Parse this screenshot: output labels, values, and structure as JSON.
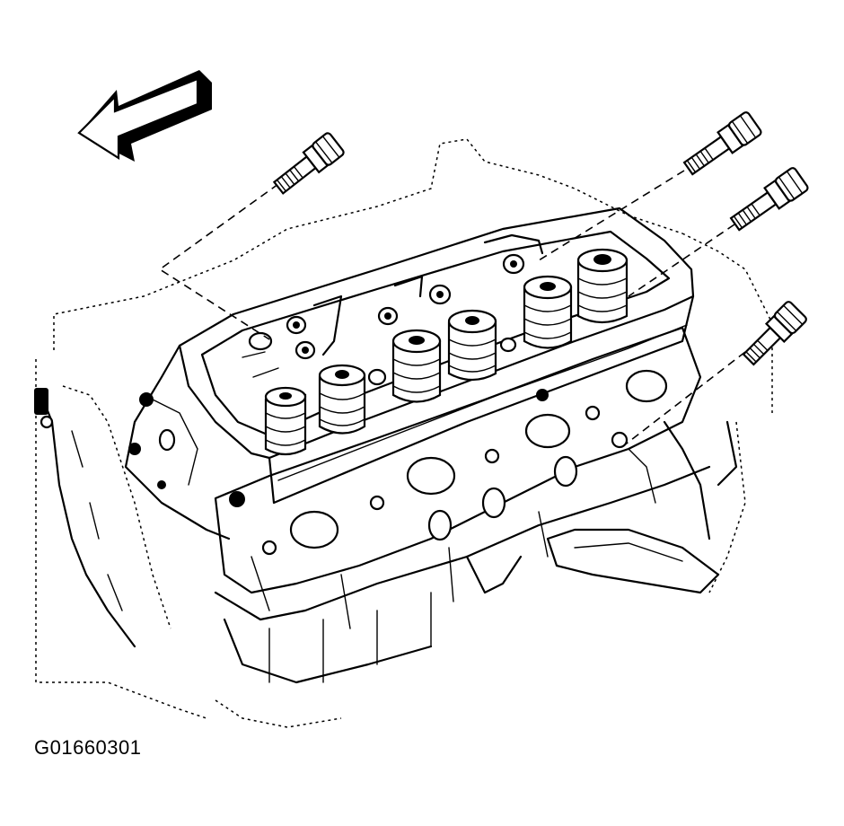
{
  "figure": {
    "code": "G01660301",
    "bolt_count": 4,
    "injector_count": 6
  }
}
